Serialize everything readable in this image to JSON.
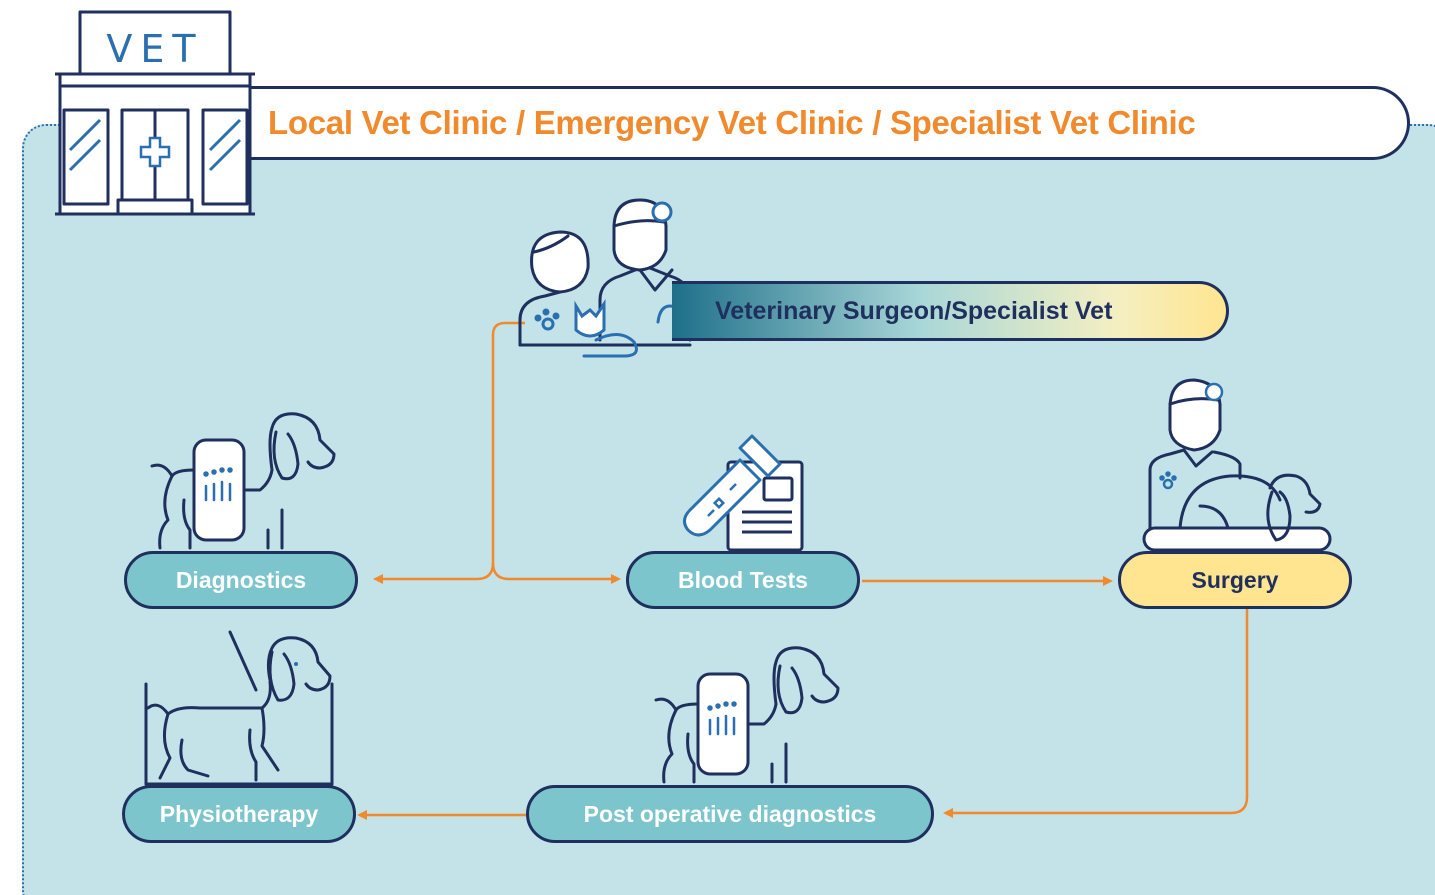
{
  "header": {
    "sign_text": "VET",
    "title": "Local Vet Clinic / Emergency Vet Clinic / Specialist Vet Clinic"
  },
  "role": {
    "label": "Veterinary Surgeon/Specialist Vet"
  },
  "nodes": {
    "diagnostics": "Diagnostics",
    "blood_tests": "Blood Tests",
    "surgery": "Surgery",
    "physiotherapy": "Physiotherapy",
    "post_operative": "Post operative diagnostics"
  },
  "icons": {
    "clinic": "vet-clinic-building-icon",
    "vets": "vet-team-with-cat-icon",
    "diagnostics": "dog-with-xray-icon",
    "blood_tests": "blood-test-tube-icon",
    "surgery": "surgeon-with-dog-icon",
    "physiotherapy": "dog-on-treadmill-icon",
    "post_operative": "dog-with-xray-icon"
  },
  "colors": {
    "panel_bg": "#c3e3e8",
    "navy": "#1f2f5e",
    "line_blue": "#2a6fb0",
    "orange_accent": "#f08a2c",
    "teal_pill": "#7dc5cc",
    "yellow_pill": "#ffe590"
  }
}
